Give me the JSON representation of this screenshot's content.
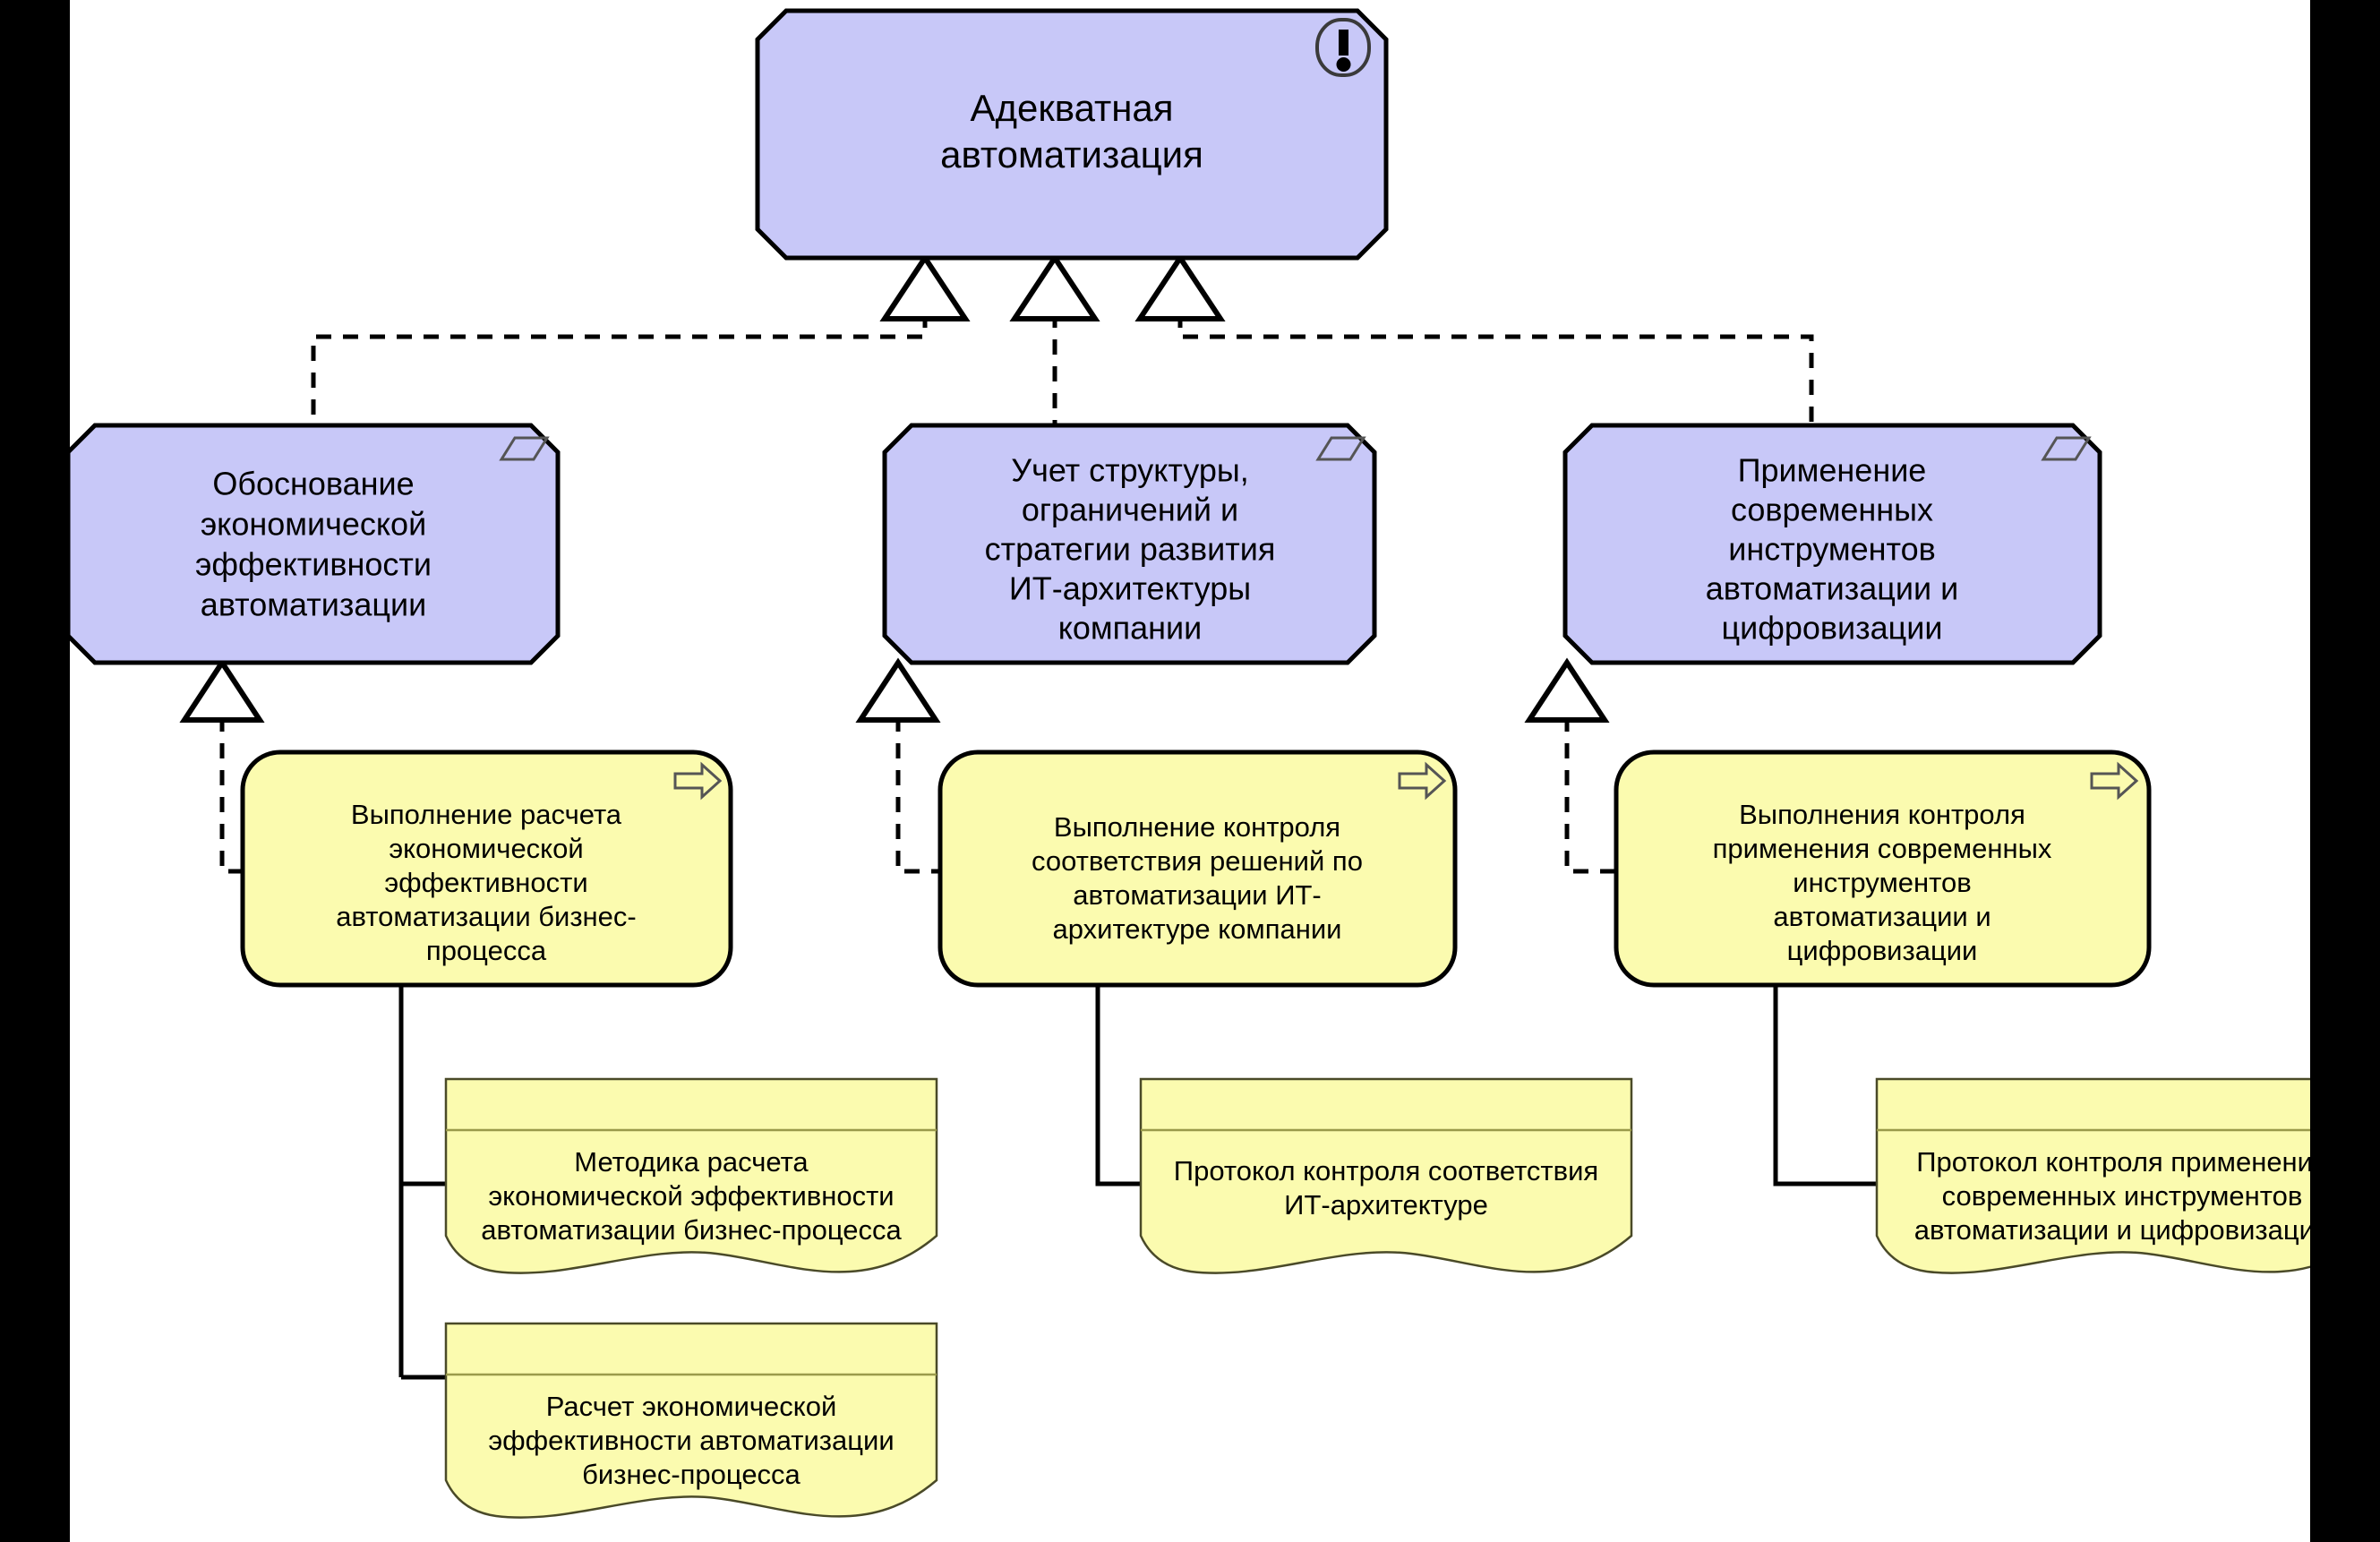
{
  "diagram": {
    "type": "archimate-motivation-diagram",
    "background_color": "#ffffff",
    "frame_color": "#000000",
    "colors": {
      "motivation_fill": "#c8c8f8",
      "behavior_fill": "#fbfbaf",
      "line": "#000000",
      "deliverable_stroke": "#4a4a28"
    },
    "principle": {
      "id": "principle-adequate-automation",
      "label_line1": "Адекватная",
      "label_line2": "автоматизация",
      "icon": "exclamation-circle-icon"
    },
    "requirements": [
      {
        "id": "req-economic-efficiency",
        "icon": "parallelogram-icon",
        "lines": [
          "Обоснование",
          "экономической",
          "эффективности",
          "автоматизации"
        ]
      },
      {
        "id": "req-it-architecture",
        "icon": "parallelogram-icon",
        "lines": [
          "Учет структуры,",
          "ограничений и",
          "стратегии развития",
          "ИТ-архитектуры",
          "компании"
        ]
      },
      {
        "id": "req-modern-tools",
        "icon": "parallelogram-icon",
        "lines": [
          "Применение",
          "современных",
          "инструментов",
          "автоматизации и",
          "цифровизации"
        ]
      }
    ],
    "processes": [
      {
        "id": "proc-calc-economic-efficiency",
        "icon": "process-arrow-icon",
        "lines": [
          "Выполнение расчета",
          "экономической",
          "эффективности",
          "автоматизации бизнес-",
          "процесса"
        ]
      },
      {
        "id": "proc-control-it-architecture",
        "icon": "process-arrow-icon",
        "lines": [
          "Выполнение контроля",
          "соответствия решений по",
          "автоматизации ИТ-",
          "архитектуре компании"
        ]
      },
      {
        "id": "proc-control-modern-tools",
        "icon": "process-arrow-icon",
        "lines": [
          "Выполнения контроля",
          "применения современных",
          "инструментов",
          "автоматизации и",
          "цифровизации"
        ]
      }
    ],
    "deliverables": [
      {
        "id": "dlv-methodology",
        "lines": [
          "Методика расчета",
          "экономической эффективности",
          "автоматизации бизнес-процесса"
        ]
      },
      {
        "id": "dlv-calculation",
        "lines": [
          "Расчет экономической",
          "эффективности автоматизации",
          "бизнес-процесса"
        ]
      },
      {
        "id": "dlv-protocol-it-arch",
        "lines": [
          "Протокол контроля соответствия",
          "ИТ-архитектуре"
        ]
      },
      {
        "id": "dlv-protocol-modern-tools",
        "lines": [
          "Протокол контроля применения",
          "современных инструментов",
          "автоматизации и цифровизации"
        ]
      }
    ],
    "relationships": {
      "realization_label": "realization",
      "association_label": "association"
    }
  }
}
